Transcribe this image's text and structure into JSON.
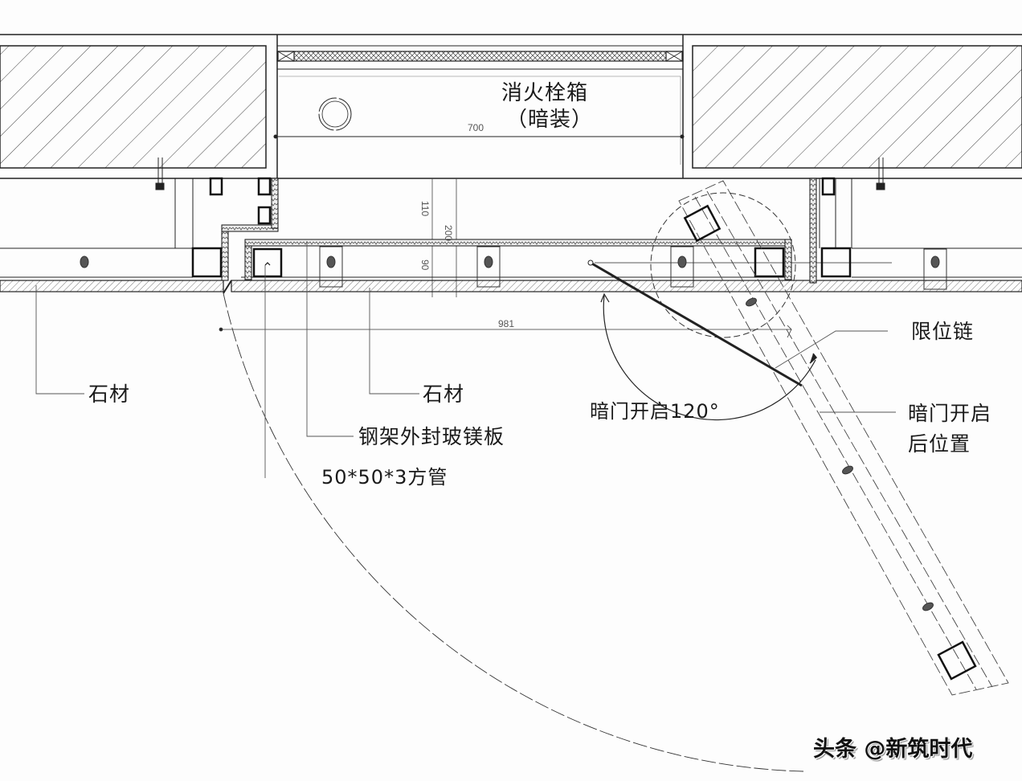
{
  "drawing": {
    "title": "消火栓箱",
    "subtitle": "（暗装）",
    "dimensions": {
      "box_width": "700",
      "depth_upper": "110",
      "depth_total": "200",
      "depth_lower": "90",
      "door_width": "981"
    },
    "annotations": {
      "stone_left": "石材",
      "stone_center": "石材",
      "steel_frame": "钢架外封玻镁板",
      "square_tube": "50*50*3方管",
      "limit_chain": "限位链",
      "door_open_angle": "暗门开启120°",
      "door_open_position_line1": "暗门开启",
      "door_open_position_line2": "后位置"
    },
    "colors": {
      "line": "#222222",
      "hatch": "#555555",
      "background": "#fdfdfd"
    }
  },
  "watermark": {
    "text": "头条 @新筑时代"
  }
}
